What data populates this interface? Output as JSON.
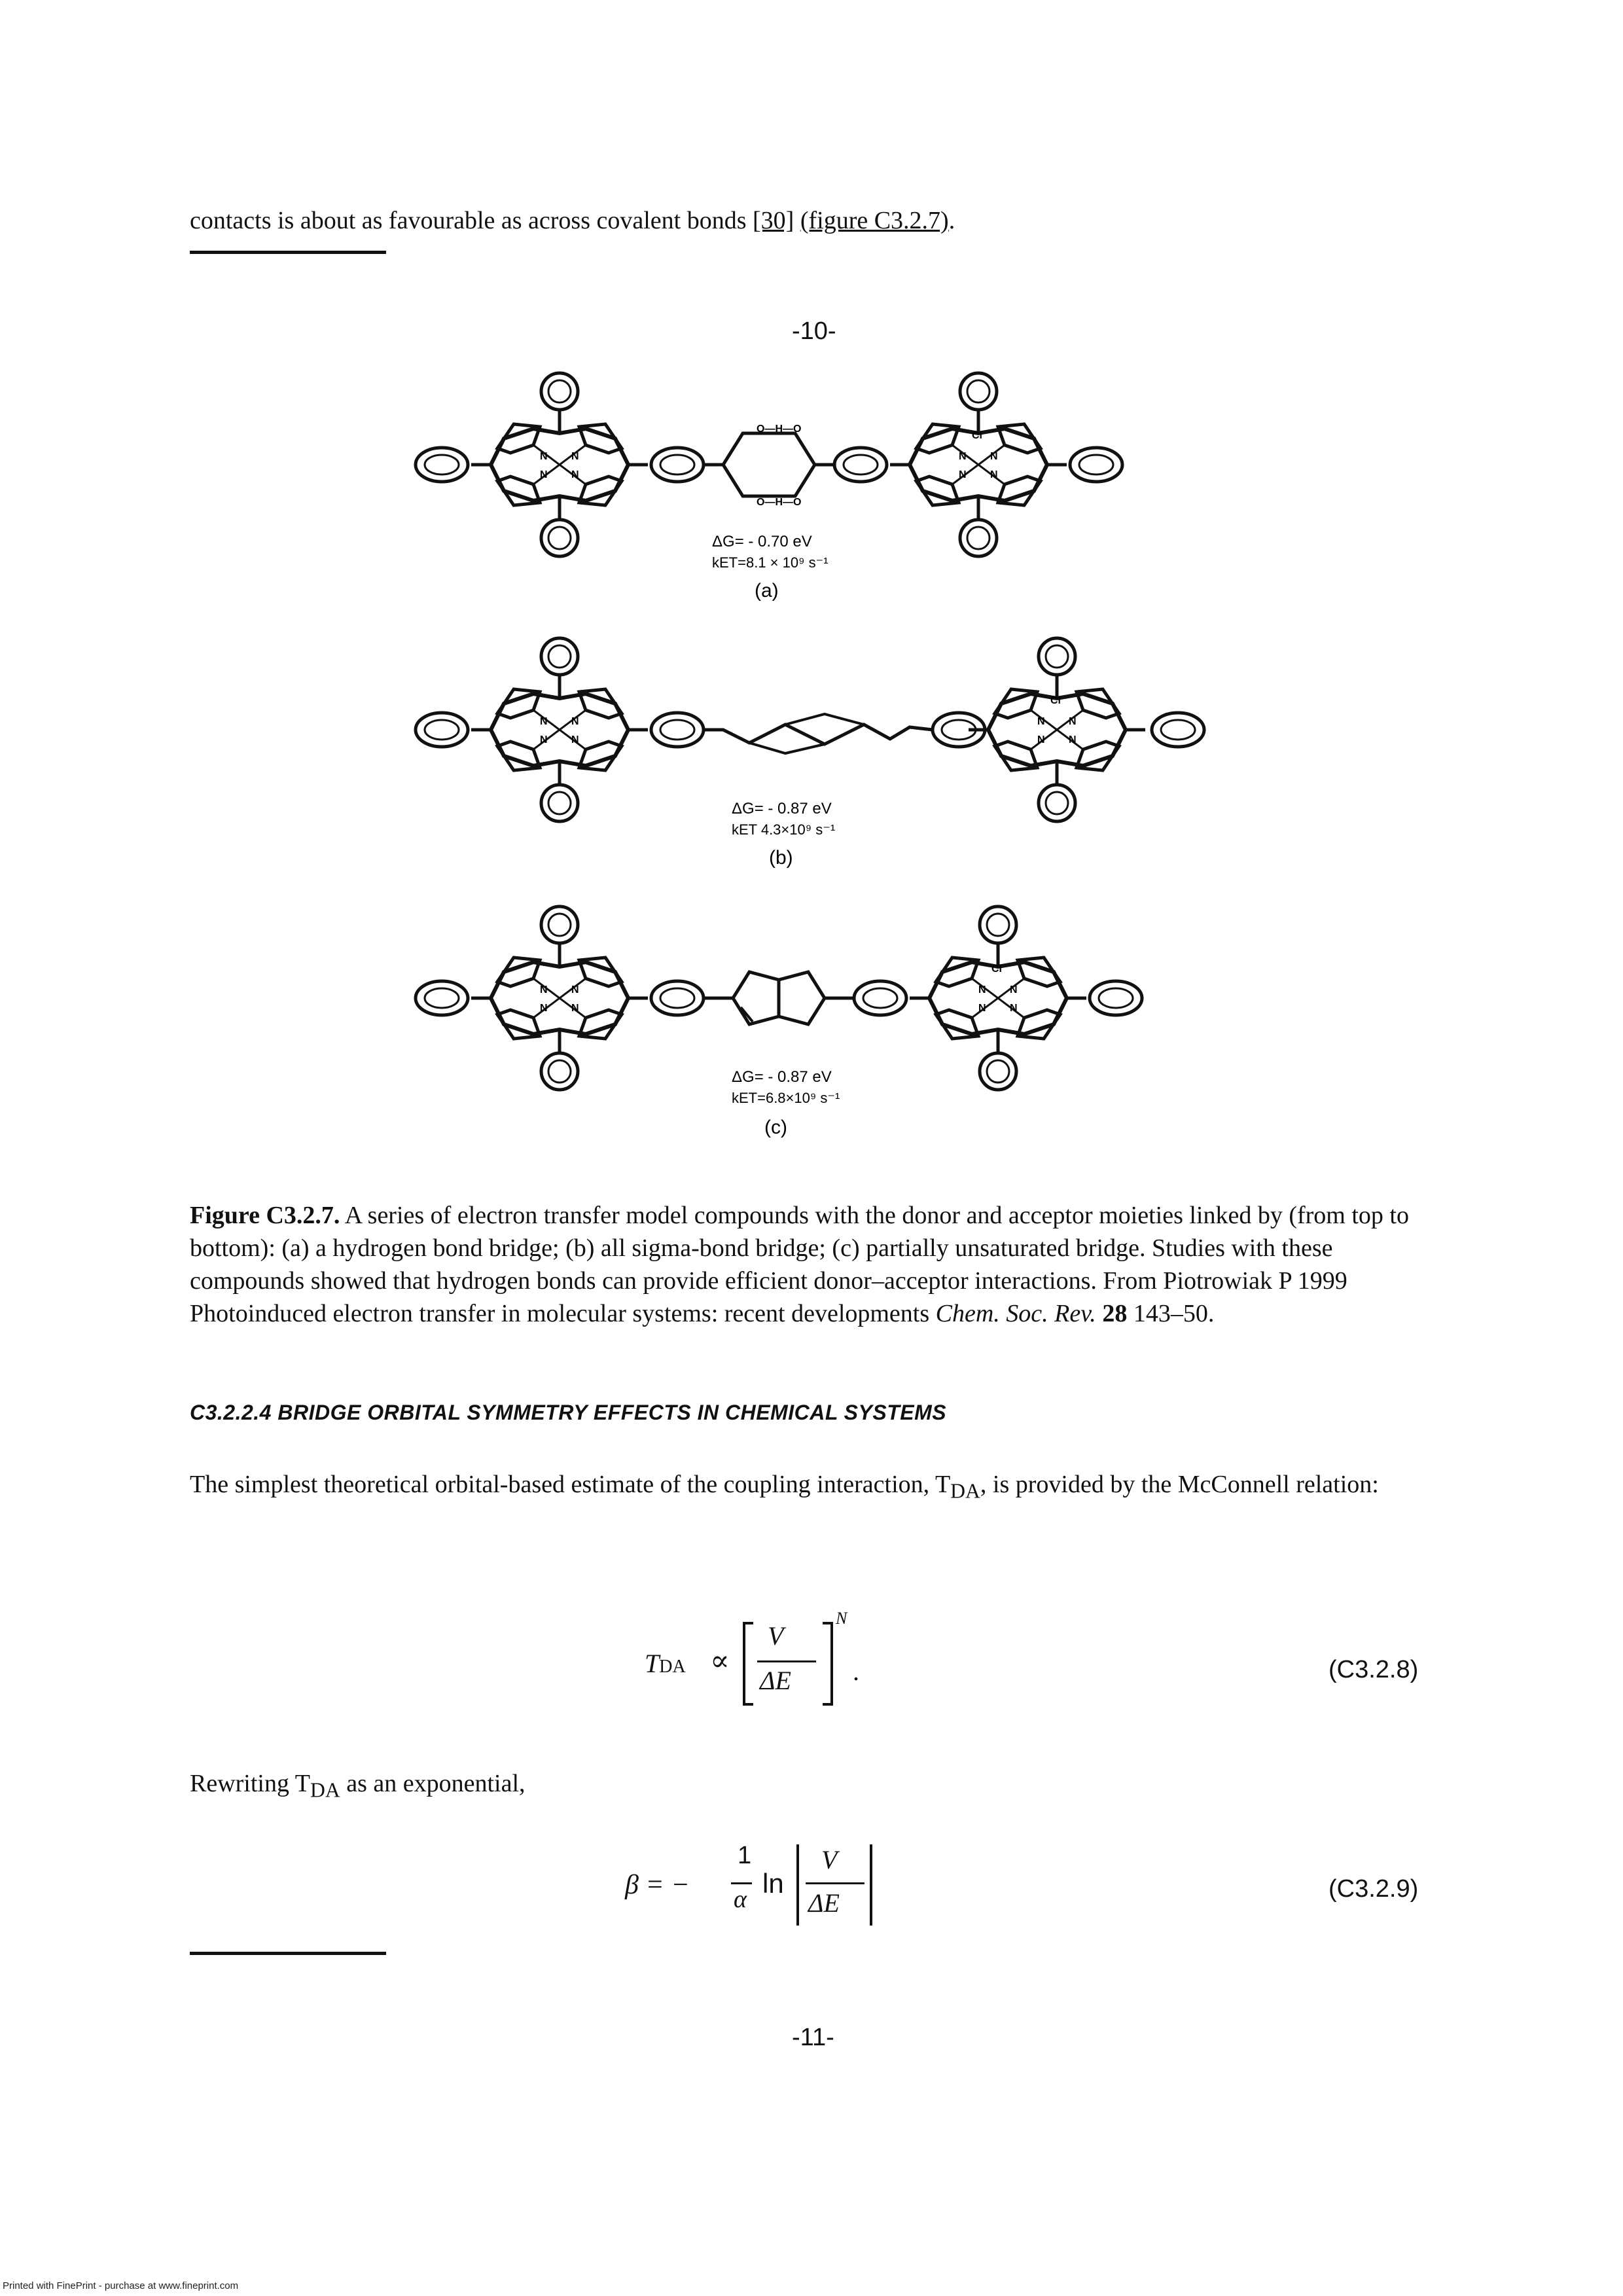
{
  "top_text": {
    "before": "contacts is about as favourable as across covalent bonds ",
    "ref_30": "[30]",
    "between": " ",
    "fig_link": "(figure C3.2.7)",
    "after": "."
  },
  "page_number_top": "-10-",
  "figure": {
    "panels": [
      {
        "label": "(a)",
        "dG": "ΔG= - 0.70 eV",
        "kET": "kET=8.1 × 10⁹ s⁻¹"
      },
      {
        "label": "(b)",
        "dG": "ΔG= - 0.87 eV",
        "kET": "kET 4.3×10⁹ s⁻¹"
      },
      {
        "label": "(c)",
        "dG": "ΔG= - 0.87 eV",
        "kET": "kET=6.8×10⁹ s⁻¹"
      }
    ]
  },
  "caption": {
    "label": "Figure C3.2.7.",
    "text1": " A series of electron transfer model compounds with the donor and acceptor moieties linked by (from top to bottom): (a) a hydrogen bond bridge; (b) all sigma-bond bridge; (c) partially unsaturated bridge. Studies with these compounds showed that hydrogen bonds can provide efficient donor–acceptor interactions. From Piotrowiak P 1999 Photoinduced electron transfer in molecular systems: recent developments ",
    "journal": "Chem. Soc. Rev.",
    "volume": "28",
    "pages": " 143–50."
  },
  "section_heading": "C3.2.2.4 BRIDGE ORBITAL SYMMETRY EFFECTS IN CHEMICAL SYSTEMS",
  "paragraph1": {
    "before": "The simplest theoretical orbital-based estimate of the coupling interaction, T",
    "sub": "DA",
    "after": ", is provided by the McConnell relation:"
  },
  "equation1": {
    "lhs": "T",
    "lhs_sub": "DA",
    "prop": "∝",
    "num": "V",
    "den": "ΔE",
    "exp": "N",
    "trail": ".",
    "number": "(C3.2.8)"
  },
  "paragraph2": {
    "before": "Rewriting T",
    "sub": "DA",
    "after": " as an exponential,"
  },
  "equation2": {
    "lhs": "β = −",
    "frac_num": "1",
    "frac_den": "α",
    "ln": "ln",
    "num": "V",
    "den": "ΔE",
    "number": "(C3.2.9)"
  },
  "page_number_bottom": "-11-",
  "footer": "Printed with FinePrint - purchase at www.fineprint.com"
}
